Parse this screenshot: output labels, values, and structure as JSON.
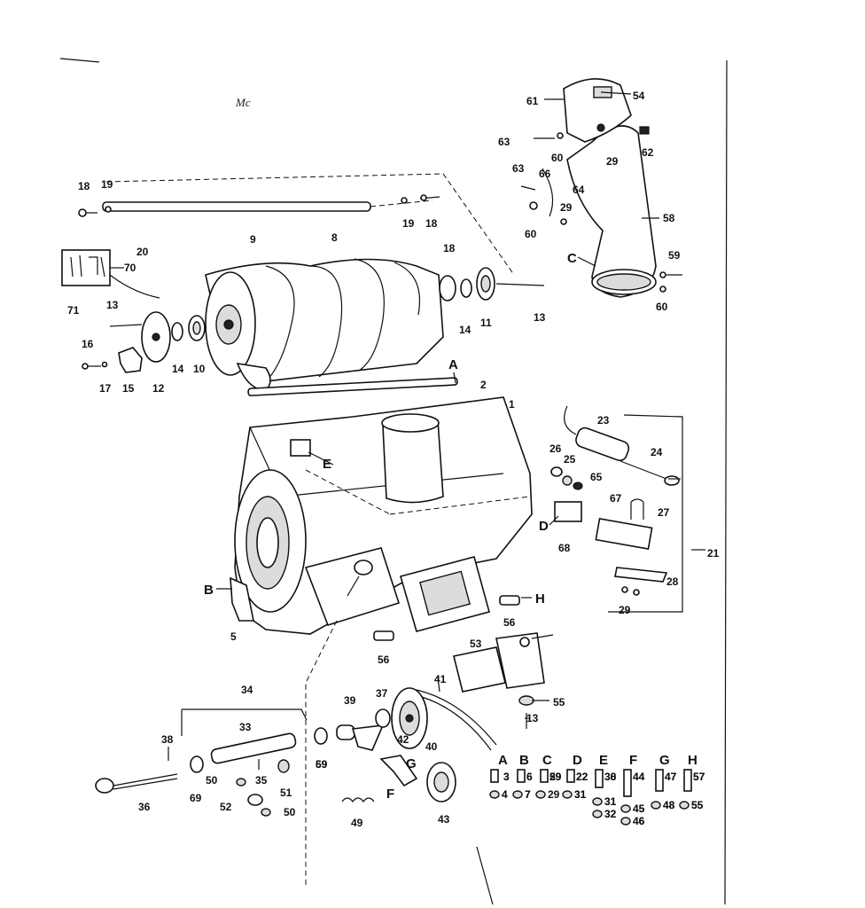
{
  "handwritten_mark": "Mc",
  "callouts": [
    "1",
    "2",
    "3",
    "4",
    "5",
    "6",
    "7",
    "8",
    "9",
    "10",
    "11",
    "12",
    "13",
    "13",
    "13",
    "14",
    "14",
    "15",
    "16",
    "17",
    "18",
    "18",
    "18",
    "19",
    "19",
    "20",
    "21",
    "22",
    "23",
    "24",
    "25",
    "26",
    "27",
    "28",
    "29",
    "29",
    "29",
    "29",
    "31",
    "31",
    "32",
    "33",
    "34",
    "35",
    "36",
    "37",
    "38",
    "38",
    "39",
    "40",
    "41",
    "42",
    "43",
    "44",
    "45",
    "46",
    "47",
    "48",
    "49",
    "50",
    "50",
    "51",
    "52",
    "53",
    "54",
    "55",
    "55",
    "56",
    "56",
    "57",
    "58",
    "59",
    "59",
    "59",
    "60",
    "60",
    "60",
    "61",
    "62",
    "63",
    "63",
    "64",
    "65",
    "66",
    "67",
    "68",
    "69",
    "69",
    "70",
    "71"
  ],
  "letters": {
    "A": "A",
    "B": "B",
    "C": "C",
    "D": "D",
    "E": "E",
    "F": "F",
    "G": "G",
    "H": "H"
  },
  "hardware_key": [
    {
      "letter": "A",
      "top": "3",
      "bottom": "4"
    },
    {
      "letter": "B",
      "top": "6",
      "bottom": "7"
    },
    {
      "letter": "C",
      "top": "59",
      "bottom": "29"
    },
    {
      "letter": "D",
      "top": "22",
      "bottom": "31"
    },
    {
      "letter": "E",
      "top": "30",
      "bottom": "31",
      "extra": "32"
    },
    {
      "letter": "F",
      "top": "44",
      "bottom": "45",
      "extra": "46"
    },
    {
      "letter": "G",
      "top": "47",
      "bottom": "48"
    },
    {
      "letter": "H",
      "top": "57",
      "bottom": "55"
    }
  ]
}
